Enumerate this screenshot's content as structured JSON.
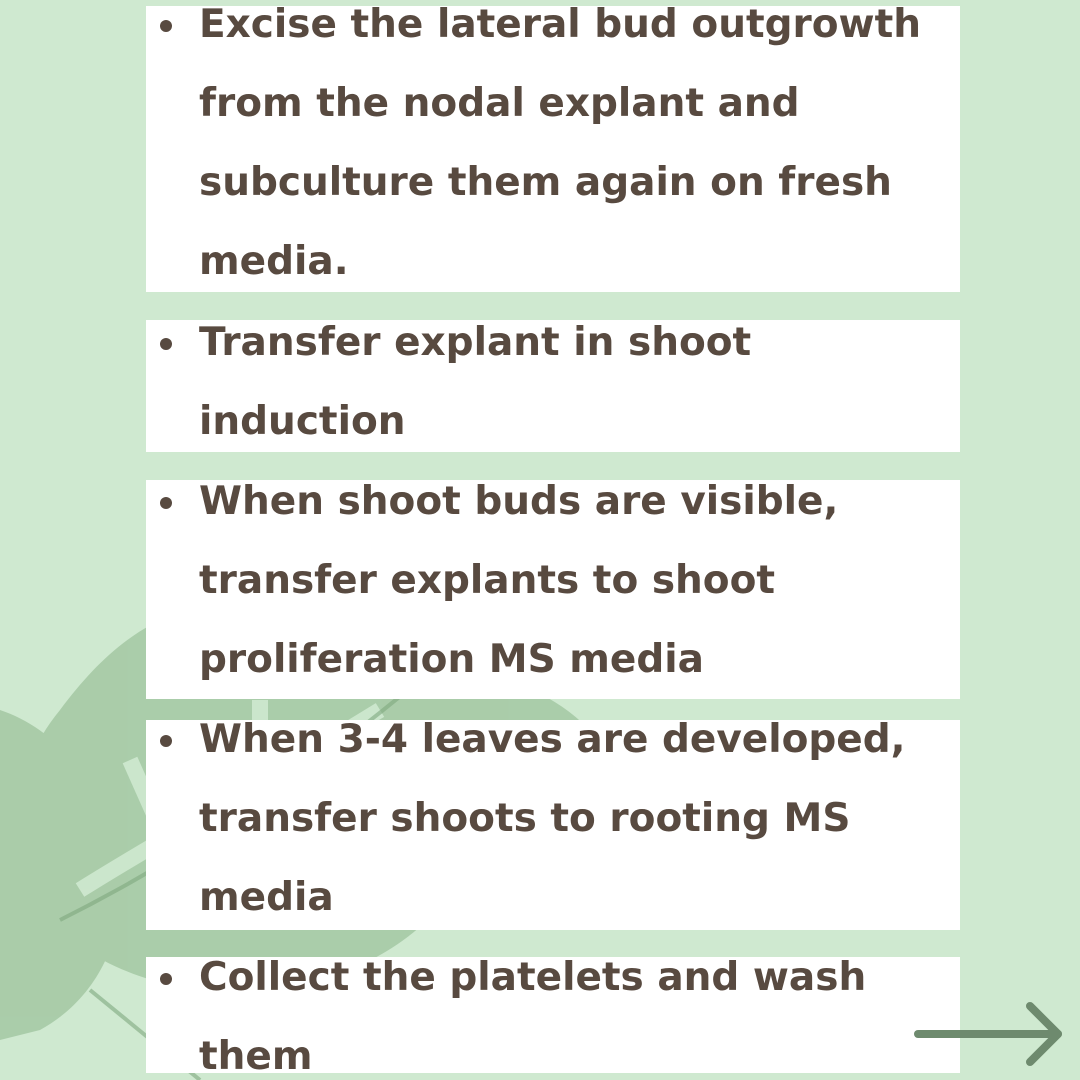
{
  "steps": [
    {
      "lines": [
        "Excise the lateral bud outgrowth",
        "from the nodal explant and",
        "subculture them again on fresh",
        "media."
      ]
    },
    {
      "lines": [
        "Transfer explant in shoot",
        "induction"
      ]
    },
    {
      "lines": [
        "When shoot buds are visible,",
        "transfer explants to shoot",
        "proliferation MS media"
      ]
    },
    {
      "lines": [
        "When 3-4 leaves are developed,",
        "transfer shoots to rooting MS",
        "media"
      ]
    },
    {
      "lines": [
        "Collect the platelets and wash",
        "them"
      ]
    }
  ],
  "icons": {
    "next": "arrow-right-icon",
    "background": "monstera-leaf-icon"
  },
  "colors": {
    "background": "#cfe9d0",
    "card": "#ffffff",
    "text": "#584a40",
    "arrow": "#6e8a6e",
    "leaf": "#9ec49e"
  }
}
